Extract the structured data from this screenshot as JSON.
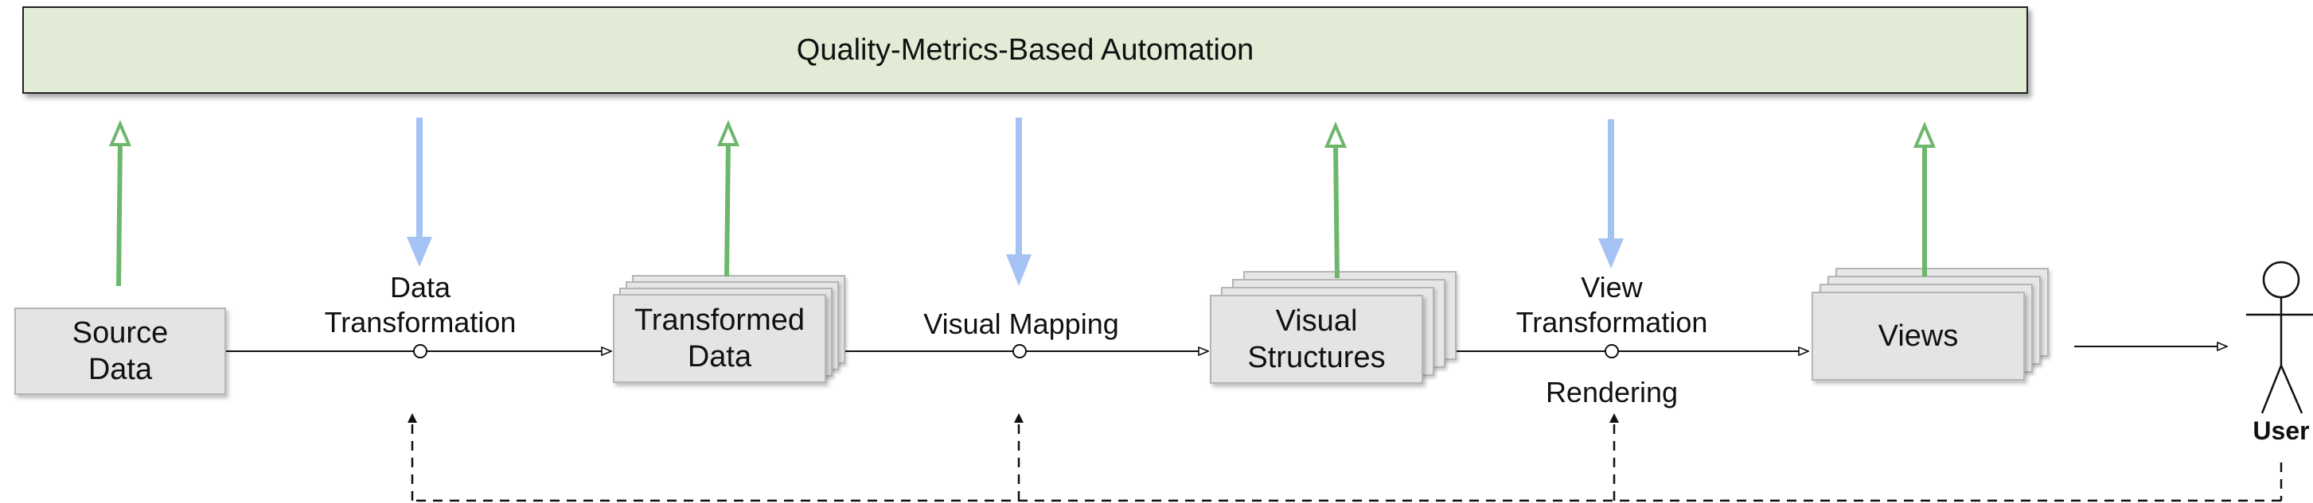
{
  "automation": {
    "title": "Quality-Metrics-Based Automation"
  },
  "nodes": {
    "source_data": "Source\nData",
    "transformed_data": "Transformed\nData",
    "visual_structures": "Visual\nStructures",
    "views": "Views"
  },
  "transformations": {
    "data_transformation": "Data\nTransformation",
    "visual_mapping": "Visual Mapping",
    "view_transformation": "View\nTransformation",
    "rendering": "Rendering"
  },
  "user": {
    "label": "User"
  },
  "colors": {
    "upward_arrow": "#6db76d",
    "downward_arrow": "#a4c2f4",
    "banner_fill": "#e2ebd5",
    "box_fill": "#e4e4e4"
  }
}
